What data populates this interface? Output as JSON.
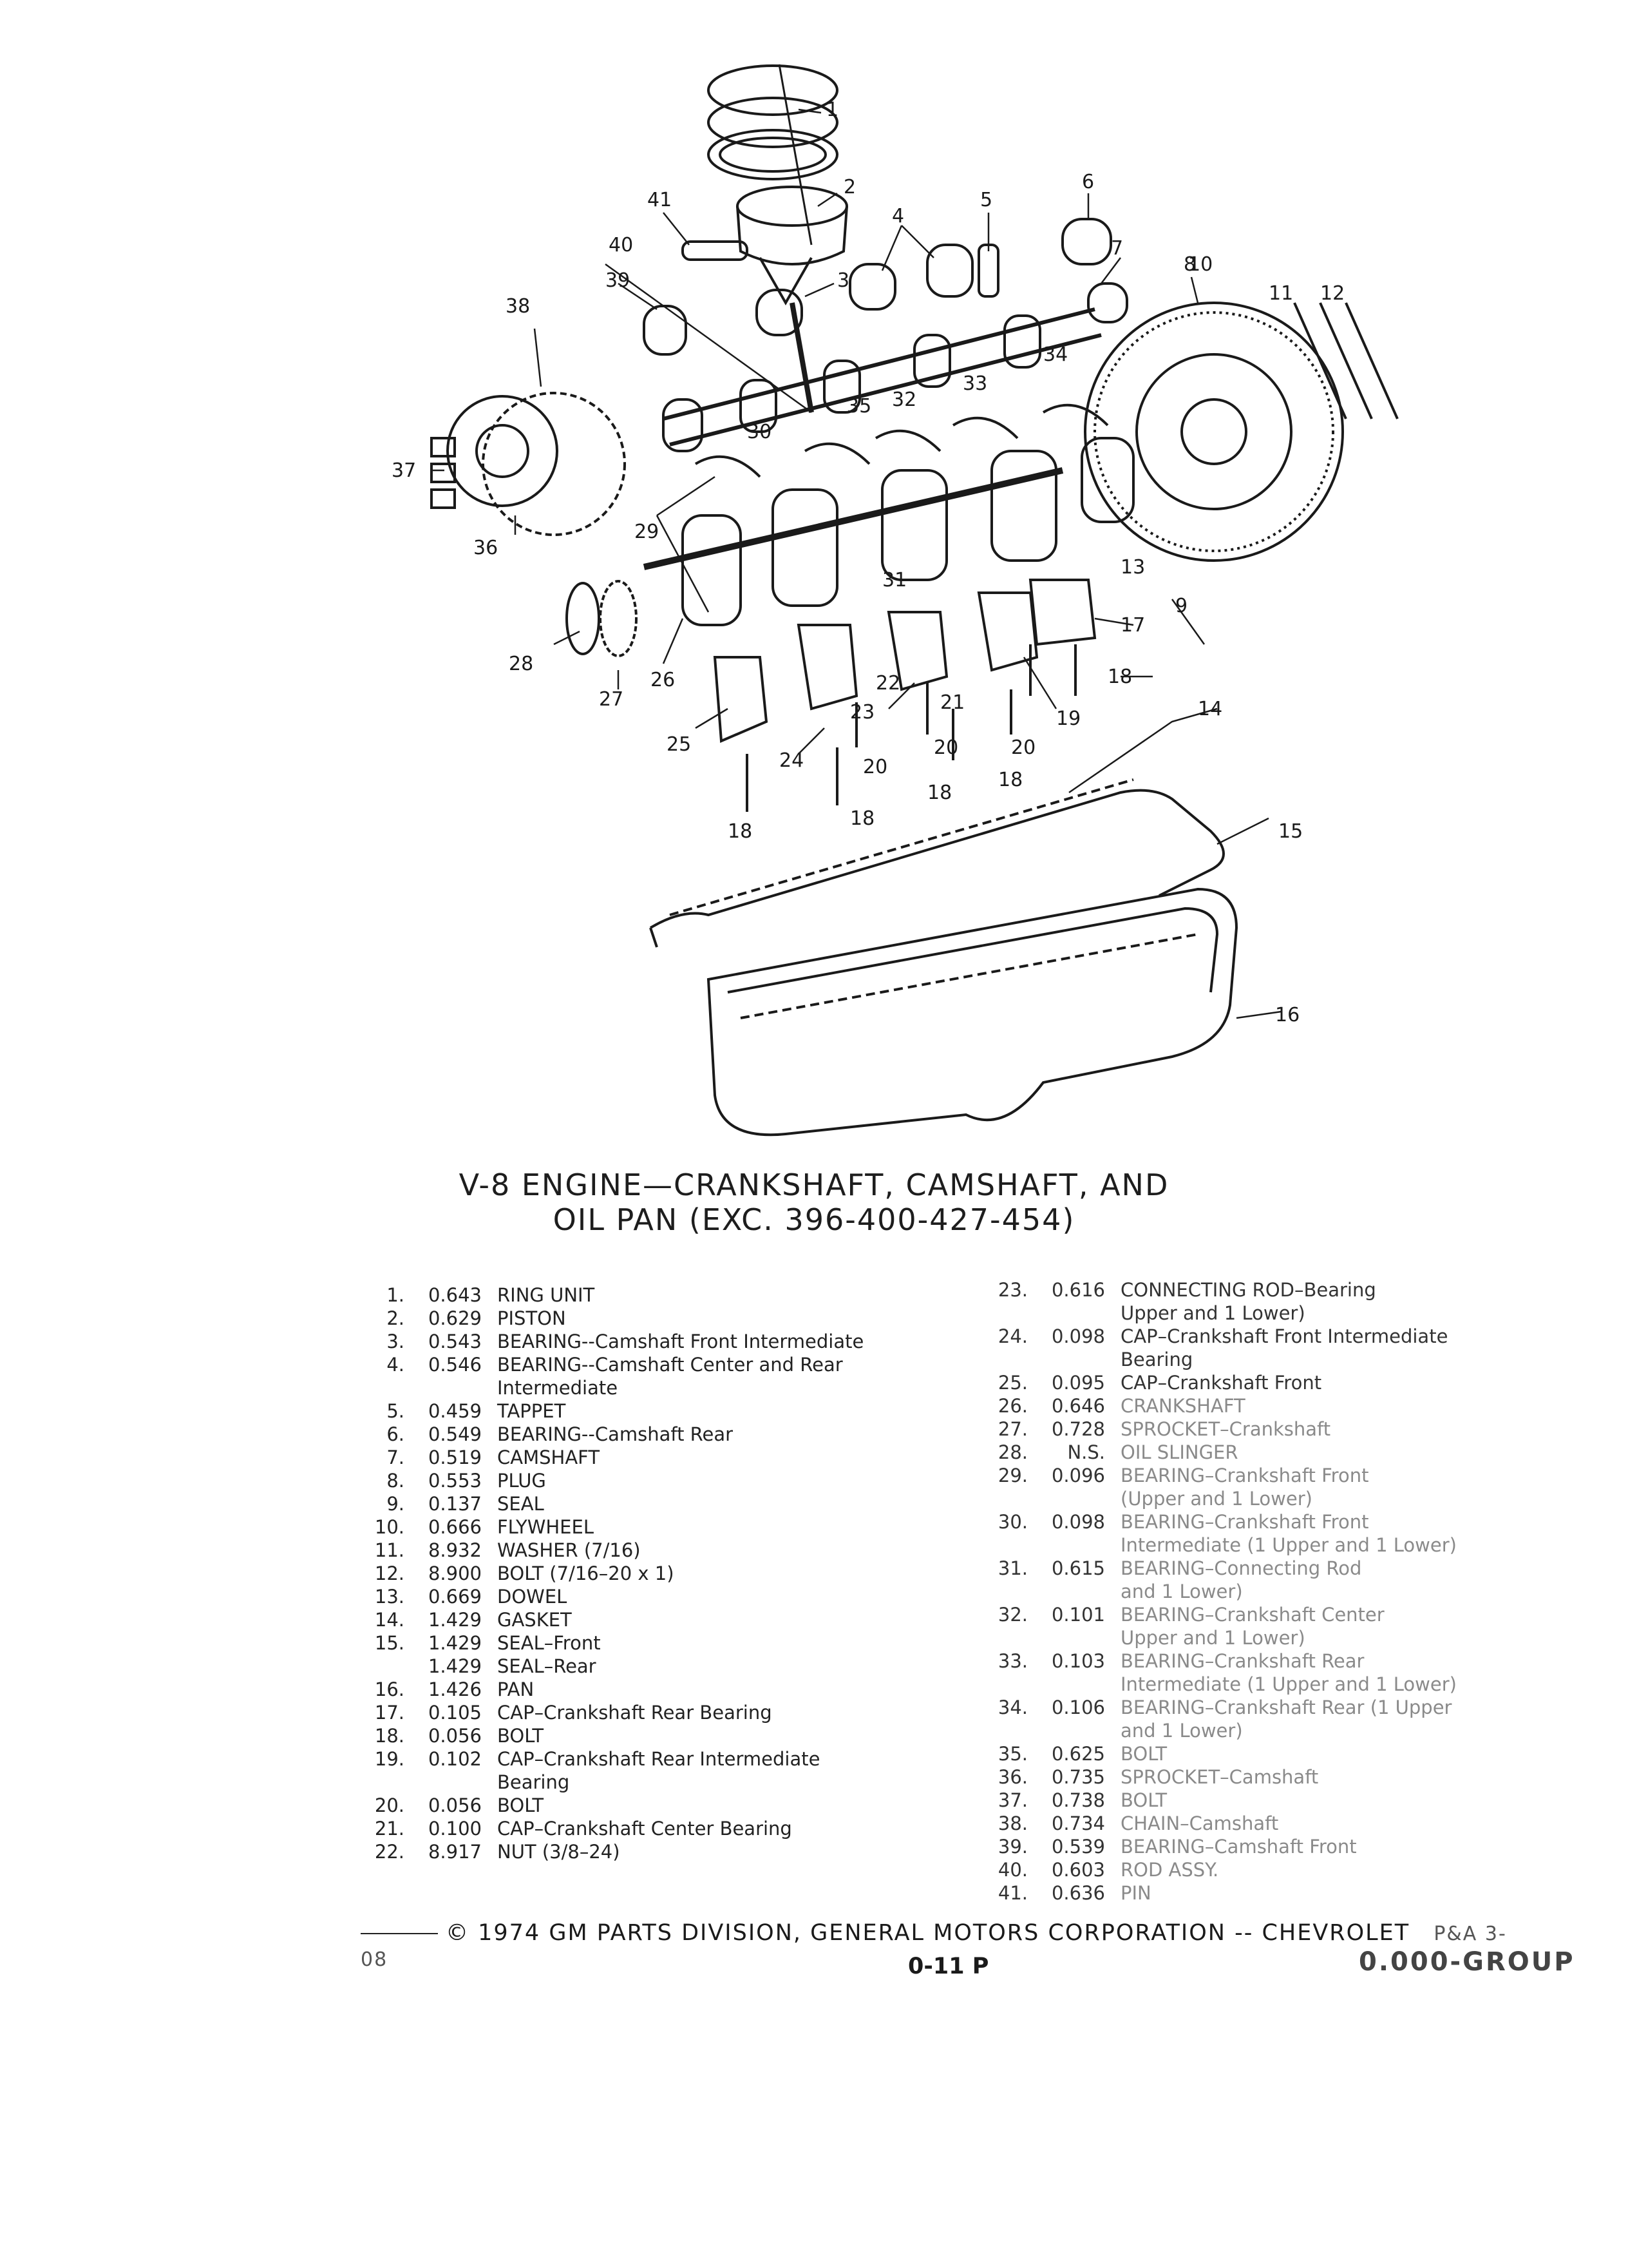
{
  "diagram": {
    "callouts": [
      "1",
      "2",
      "3",
      "4",
      "5",
      "6",
      "7",
      "8",
      "9",
      "10",
      "11",
      "12",
      "13",
      "14",
      "15",
      "16",
      "17",
      "18",
      "19",
      "20",
      "21",
      "22",
      "23",
      "24",
      "25",
      "26",
      "27",
      "28",
      "29",
      "30",
      "31",
      "32",
      "33",
      "34",
      "35",
      "36",
      "37",
      "38",
      "39",
      "40",
      "41"
    ]
  },
  "title": {
    "line1": "V-8 ENGINE—CRANKSHAFT, CAMSHAFT, AND",
    "line2": "OIL PAN (EXC. 396-400-427-454)"
  },
  "parts_left": [
    {
      "num": "1.",
      "cat": "0.643",
      "desc": "RING UNIT"
    },
    {
      "num": "2.",
      "cat": "0.629",
      "desc": "PISTON"
    },
    {
      "num": "3.",
      "cat": "0.543",
      "desc": "BEARING--Camshaft Front Intermediate"
    },
    {
      "num": "4.",
      "cat": "0.546",
      "desc": "BEARING--Camshaft Center and Rear"
    },
    {
      "num": "",
      "cat": "",
      "desc": "Intermediate"
    },
    {
      "num": "5.",
      "cat": "0.459",
      "desc": "TAPPET"
    },
    {
      "num": "6.",
      "cat": "0.549",
      "desc": "BEARING--Camshaft Rear"
    },
    {
      "num": "7.",
      "cat": "0.519",
      "desc": "CAMSHAFT"
    },
    {
      "num": "8.",
      "cat": "0.553",
      "desc": "PLUG"
    },
    {
      "num": "9.",
      "cat": "0.137",
      "desc": "SEAL"
    },
    {
      "num": "10.",
      "cat": "0.666",
      "desc": "FLYWHEEL"
    },
    {
      "num": "11.",
      "cat": "8.932",
      "desc": "WASHER (7/16)"
    },
    {
      "num": "12.",
      "cat": "8.900",
      "desc": "BOLT (7/16–20 x 1)"
    },
    {
      "num": "13.",
      "cat": "0.669",
      "desc": "DOWEL"
    },
    {
      "num": "14.",
      "cat": "1.429",
      "desc": "GASKET"
    },
    {
      "num": "15.",
      "cat": "1.429",
      "desc": "SEAL–Front"
    },
    {
      "num": "",
      "cat": "1.429",
      "desc": "SEAL–Rear"
    },
    {
      "num": "16.",
      "cat": "1.426",
      "desc": "PAN"
    },
    {
      "num": "17.",
      "cat": "0.105",
      "desc": "CAP–Crankshaft Rear Bearing"
    },
    {
      "num": "18.",
      "cat": "0.056",
      "desc": "BOLT"
    },
    {
      "num": "19.",
      "cat": "0.102",
      "desc": "CAP–Crankshaft Rear Intermediate"
    },
    {
      "num": "",
      "cat": "",
      "desc": "Bearing"
    },
    {
      "num": "20.",
      "cat": "0.056",
      "desc": "BOLT"
    },
    {
      "num": "21.",
      "cat": "0.100",
      "desc": "CAP–Crankshaft Center Bearing"
    },
    {
      "num": "22.",
      "cat": "8.917",
      "desc": "NUT (3/8–24)"
    }
  ],
  "parts_right": [
    {
      "num": "23.",
      "cat": "0.616",
      "desc": "CONNECTING ROD–Bearing"
    },
    {
      "num": "",
      "cat": "",
      "desc": "Upper and 1 Lower)"
    },
    {
      "num": "24.",
      "cat": "0.098",
      "desc": "CAP–Crankshaft Front Intermediate"
    },
    {
      "num": "",
      "cat": "",
      "desc": "Bearing"
    },
    {
      "num": "25.",
      "cat": "0.095",
      "desc": "CAP–Crankshaft Front"
    },
    {
      "num": "26.",
      "cat": "0.646",
      "desc": "CRANKSHAFT"
    },
    {
      "num": "27.",
      "cat": "0.728",
      "desc": "SPROCKET–Crankshaft"
    },
    {
      "num": "28.",
      "cat": "N.S.",
      "desc": "OIL SLINGER"
    },
    {
      "num": "29.",
      "cat": "0.096",
      "desc": "BEARING–Crankshaft Front"
    },
    {
      "num": "",
      "cat": "",
      "desc": "(Upper and 1 Lower)"
    },
    {
      "num": "30.",
      "cat": "0.098",
      "desc": "BEARING–Crankshaft Front"
    },
    {
      "num": "",
      "cat": "",
      "desc": "Intermediate (1 Upper and 1 Lower)"
    },
    {
      "num": "31.",
      "cat": "0.615",
      "desc": "BEARING–Connecting Rod"
    },
    {
      "num": "",
      "cat": "",
      "desc": "and 1 Lower)"
    },
    {
      "num": "32.",
      "cat": "0.101",
      "desc": "BEARING–Crankshaft Center"
    },
    {
      "num": "",
      "cat": "",
      "desc": "Upper and 1 Lower)"
    },
    {
      "num": "33.",
      "cat": "0.103",
      "desc": "BEARING–Crankshaft Rear"
    },
    {
      "num": "",
      "cat": "",
      "desc": "Intermediate (1 Upper and 1 Lower)"
    },
    {
      "num": "34.",
      "cat": "0.106",
      "desc": "BEARING–Crankshaft Rear (1 Upper"
    },
    {
      "num": "",
      "cat": "",
      "desc": "and 1 Lower)"
    },
    {
      "num": "35.",
      "cat": "0.625",
      "desc": "BOLT"
    },
    {
      "num": "36.",
      "cat": "0.735",
      "desc": "SPROCKET–Camshaft"
    },
    {
      "num": "37.",
      "cat": "0.738",
      "desc": "BOLT"
    },
    {
      "num": "38.",
      "cat": "0.734",
      "desc": "CHAIN–Camshaft"
    },
    {
      "num": "39.",
      "cat": "0.539",
      "desc": "BEARING–Camshaft Front"
    },
    {
      "num": "40.",
      "cat": "0.603",
      "desc": "ROD ASSY."
    },
    {
      "num": "41.",
      "cat": "0.636",
      "desc": "PIN"
    }
  ],
  "footer": {
    "copyright": "© 1974 GM PARTS DIVISION, GENERAL MOTORS CORPORATION -- CHEVROLET",
    "rev": "P&A 3-08",
    "page": "0-11 P",
    "group": "0.000-GROUP"
  }
}
